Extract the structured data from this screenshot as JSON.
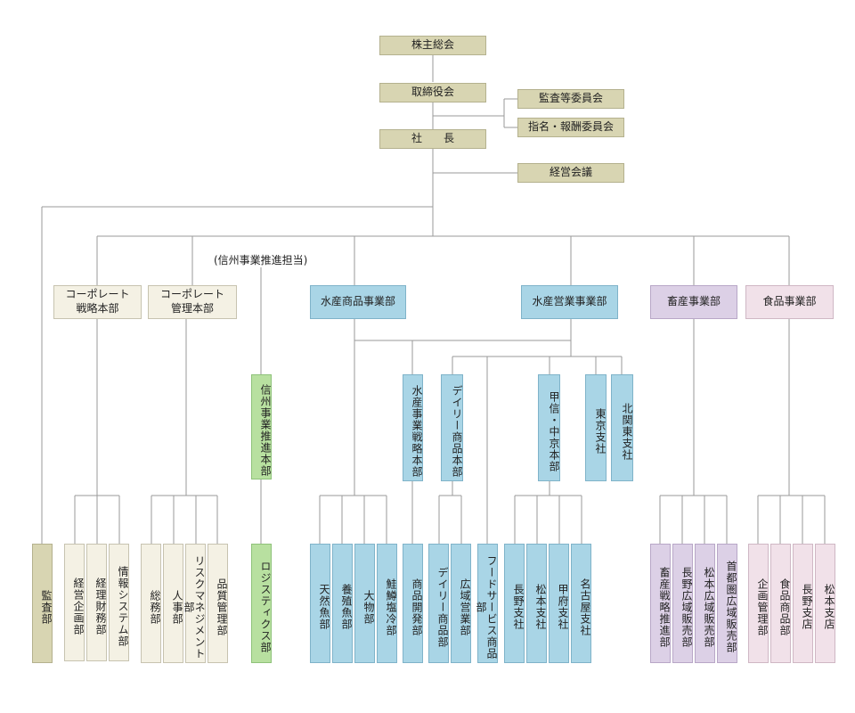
{
  "top": {
    "shareholders": "株主総会",
    "board": "取締役会",
    "president": "社　　長",
    "audit_committee": "監査等委員会",
    "nomination_committee": "指名・報酬委員会",
    "management_meeting": "経営会議"
  },
  "note_shinshu": "(信州事業推進担当)",
  "divisions": {
    "corp_strategy": "コーポレート\n戦略本部",
    "corp_admin": "コーポレート\n管理本部",
    "seafood_products": "水産商品事業部",
    "seafood_sales": "水産営業事業部",
    "livestock": "畜産事業部",
    "food": "食品事業部"
  },
  "mid": {
    "shinshu_promo": "信州事業推進本部",
    "seafood_strategy": "水産事業戦略本部",
    "daily_products_hq": "デイリー商品本部",
    "koshin_chukyo": "甲信・中京本部",
    "tokyo_branch": "東京支社",
    "kitakanto_branch": "北関東支社"
  },
  "bottom": {
    "audit": "監査部",
    "planning": "経営企画部",
    "finance": "経理財務部",
    "info_systems": "情報システム部",
    "general_affairs": "総務部",
    "hr": "人事部",
    "risk": "リスクマネジメント部",
    "quality": "品質管理部",
    "logistics": "ロジスティクス部",
    "wild_fish": "天然魚部",
    "farmed_fish": "養殖魚部",
    "large_fish": "大物部",
    "salmon": "鮭鱒塩冷部",
    "product_dev": "商品開発部",
    "daily_products": "デイリー商品部",
    "regional_sales": "広域営業部",
    "food_service": "フードサービス商品部",
    "nagano_office": "長野支社",
    "matsumoto_office": "松本支社",
    "kofu_office": "甲府支社",
    "nagoya_office": "名古屋支社",
    "livestock_strategy": "畜産戦略推進部",
    "nagano_regional": "長野広域販売部",
    "matsumoto_regional": "松本広域販売部",
    "metro_regional": "首都圏広域販売部",
    "food_planning": "企画管理部",
    "food_products": "食品商品部",
    "nagano_store": "長野支店",
    "matsumoto_store": "松本支店"
  }
}
